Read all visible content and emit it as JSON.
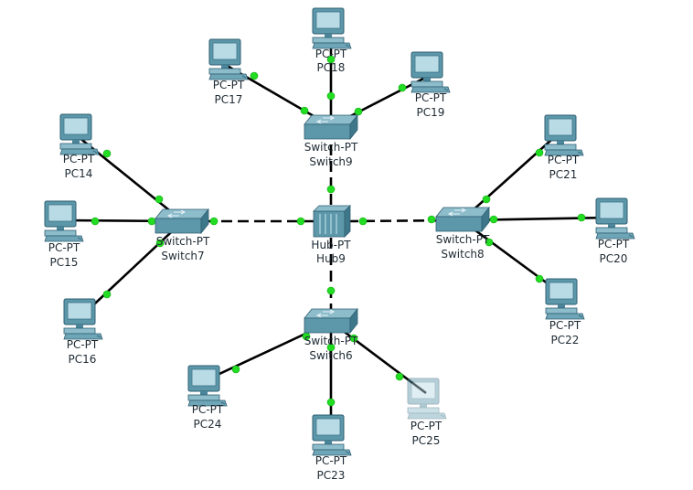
{
  "colors": {
    "link": "#000000",
    "port_light": "#22dd22",
    "device_body": "#5c97aa",
    "device_dark": "#2f5f72",
    "device_light": "#b9dbe6",
    "faded_pc": "#a9cdd8"
  },
  "hub": {
    "type_label": "Hub-PT",
    "name": "Hub9",
    "icon": "hub-icon"
  },
  "switches": [
    {
      "id": "switch9",
      "type_label": "Switch-PT",
      "name": "Switch9",
      "icon": "switch-icon"
    },
    {
      "id": "switch7",
      "type_label": "Switch-PT",
      "name": "Switch7",
      "icon": "switch-icon"
    },
    {
      "id": "switch8",
      "type_label": "Switch-PT",
      "name": "Switch8",
      "icon": "switch-icon"
    },
    {
      "id": "switch6",
      "type_label": "Switch-PT",
      "name": "Switch6",
      "icon": "switch-icon"
    }
  ],
  "pcs": [
    {
      "id": "pc18",
      "type_label": "PC-PT",
      "name": "PC18",
      "icon": "pc-icon",
      "state": "normal"
    },
    {
      "id": "pc17",
      "type_label": "PC-PT",
      "name": "PC17",
      "icon": "pc-icon",
      "state": "normal"
    },
    {
      "id": "pc19",
      "type_label": "PC-PT",
      "name": "PC19",
      "icon": "pc-icon",
      "state": "normal"
    },
    {
      "id": "pc14",
      "type_label": "PC-PT",
      "name": "PC14",
      "icon": "pc-icon",
      "state": "normal"
    },
    {
      "id": "pc15",
      "type_label": "PC-PT",
      "name": "PC15",
      "icon": "pc-icon",
      "state": "normal"
    },
    {
      "id": "pc16",
      "type_label": "PC-PT",
      "name": "PC16",
      "icon": "pc-icon",
      "state": "normal"
    },
    {
      "id": "pc21",
      "type_label": "PC-PT",
      "name": "PC21",
      "icon": "pc-icon",
      "state": "normal"
    },
    {
      "id": "pc20",
      "type_label": "PC-PT",
      "name": "PC20",
      "icon": "pc-icon",
      "state": "normal"
    },
    {
      "id": "pc22",
      "type_label": "PC-PT",
      "name": "PC22",
      "icon": "pc-icon",
      "state": "normal"
    },
    {
      "id": "pc24",
      "type_label": "PC-PT",
      "name": "PC24",
      "icon": "pc-icon",
      "state": "normal"
    },
    {
      "id": "pc23",
      "type_label": "PC-PT",
      "name": "PC23",
      "icon": "pc-icon",
      "state": "normal"
    },
    {
      "id": "pc25",
      "type_label": "PC-PT",
      "name": "PC25",
      "icon": "pc-icon",
      "state": "faded"
    }
  ],
  "links": [
    {
      "from": "hub9",
      "to": "switch9",
      "cable": "crossover-dashed"
    },
    {
      "from": "hub9",
      "to": "switch7",
      "cable": "crossover-dashed"
    },
    {
      "from": "hub9",
      "to": "switch8",
      "cable": "crossover-dashed"
    },
    {
      "from": "hub9",
      "to": "switch6",
      "cable": "crossover-dashed"
    },
    {
      "from": "switch9",
      "to": "pc17",
      "cable": "straight"
    },
    {
      "from": "switch9",
      "to": "pc18",
      "cable": "straight"
    },
    {
      "from": "switch9",
      "to": "pc19",
      "cable": "straight"
    },
    {
      "from": "switch7",
      "to": "pc14",
      "cable": "straight"
    },
    {
      "from": "switch7",
      "to": "pc15",
      "cable": "straight"
    },
    {
      "from": "switch7",
      "to": "pc16",
      "cable": "straight"
    },
    {
      "from": "switch8",
      "to": "pc21",
      "cable": "straight"
    },
    {
      "from": "switch8",
      "to": "pc20",
      "cable": "straight"
    },
    {
      "from": "switch8",
      "to": "pc22",
      "cable": "straight"
    },
    {
      "from": "switch6",
      "to": "pc24",
      "cable": "straight"
    },
    {
      "from": "switch6",
      "to": "pc23",
      "cable": "straight"
    },
    {
      "from": "switch6",
      "to": "pc25",
      "cable": "straight"
    }
  ]
}
